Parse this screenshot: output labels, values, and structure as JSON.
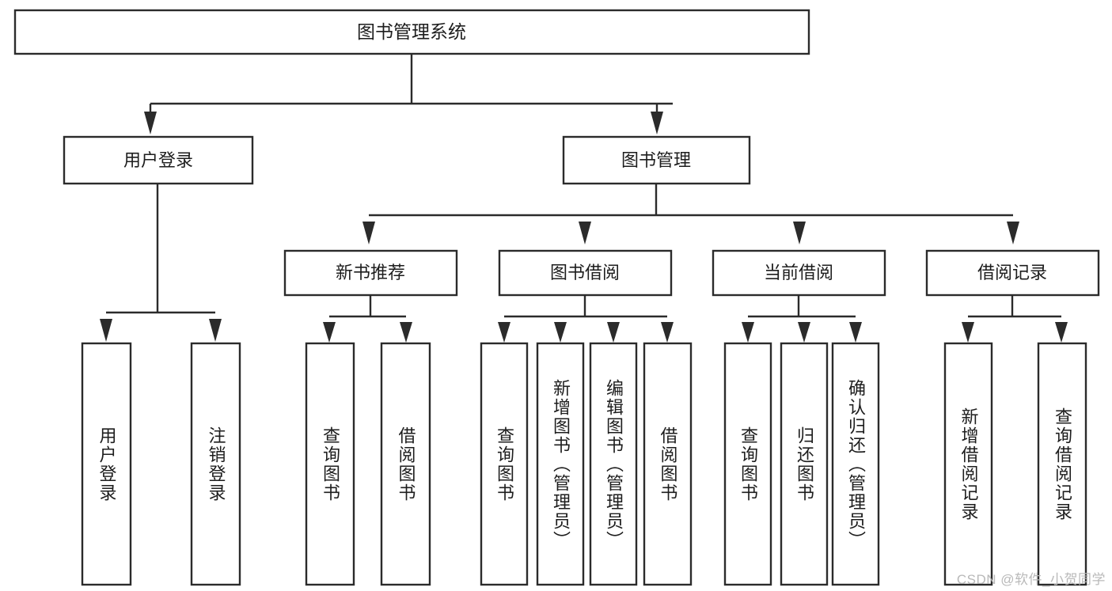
{
  "diagram": {
    "title": "图书管理系统",
    "watermark": "CSDN @软件_小贺同学",
    "colors": {
      "stroke": "#2b2b2b",
      "fill": "#ffffff",
      "text": "#1d1d1d",
      "watermark": "#b9b9b9",
      "background": "#ffffff"
    },
    "root": {
      "label": "图书管理系统"
    },
    "level1": [
      {
        "label": "用户登录"
      },
      {
        "label": "图书管理"
      }
    ],
    "level2": [
      {
        "label": "新书推荐"
      },
      {
        "label": "图书借阅"
      },
      {
        "label": "当前借阅"
      },
      {
        "label": "借阅记录"
      }
    ],
    "leaves": {
      "user_login": [
        {
          "label": "用户登录"
        },
        {
          "label": "注销登录"
        }
      ],
      "new_book_recommend": [
        {
          "label": "查询图书"
        },
        {
          "label": "借阅图书"
        }
      ],
      "book_borrow": [
        {
          "label": "查询图书"
        },
        {
          "label": "新增图书（管理员）"
        },
        {
          "label": "编辑图书（管理员）"
        },
        {
          "label": "借阅图书"
        }
      ],
      "current_borrow": [
        {
          "label": "查询图书"
        },
        {
          "label": "归还图书"
        },
        {
          "label": "确认归还（管理员）"
        }
      ],
      "borrow_record": [
        {
          "label": "新增借阅记录"
        },
        {
          "label": "查询借阅记录"
        }
      ]
    }
  }
}
